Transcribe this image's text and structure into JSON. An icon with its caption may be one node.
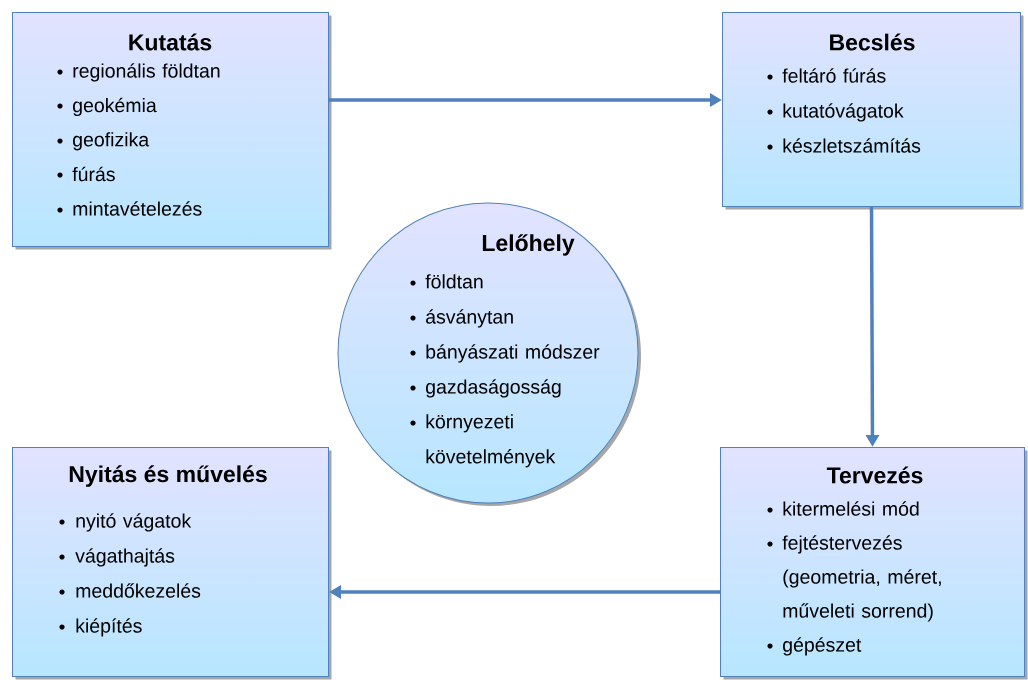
{
  "diagram": {
    "nodes": [
      {
        "text": [
          "Kutatás",
          "regionális földtan",
          "geokémia",
          "geofizika",
          "fúrás",
          "mintavételezés"
        ]
      },
      {
        "text": [
          "Becslés",
          "feltáró fúrás",
          "kutatóvágatok",
          "készletszámítás"
        ]
      },
      {
        "text": [
          "Lelőhely",
          "földtan",
          "ásványtan",
          "bányászati módszer",
          "gazdaságosság",
          "környezeti követelmények"
        ]
      },
      {
        "text": [
          "Nyitás és művelés",
          "nyitó vágatok",
          "vágathajtás",
          "meddőkezelés",
          "kiépítés"
        ]
      },
      {
        "text": [
          "Tervezés",
          "kitermelési mód",
          "fejtéstervezés (geometria, méret, műveleti sorrend)",
          "gépészet"
        ]
      }
    ],
    "edges": [
      {
        "from": 0,
        "to": 1,
        "arrow": "to"
      },
      {
        "from": 1,
        "to": 4,
        "arrow": "to"
      },
      {
        "from": 4,
        "to": 3,
        "arrow": "to"
      }
    ]
  }
}
